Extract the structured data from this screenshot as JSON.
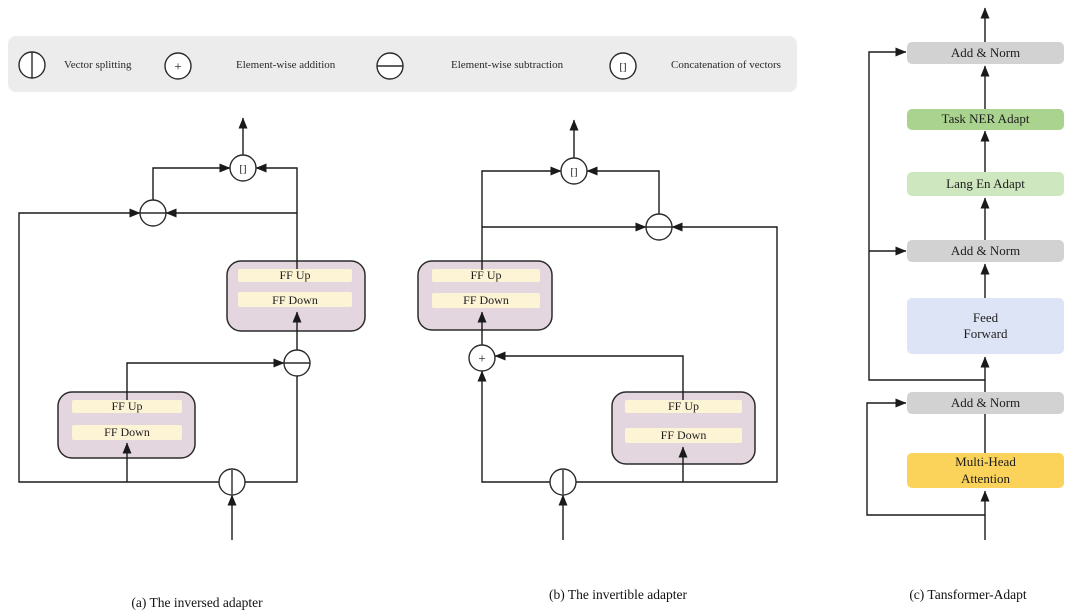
{
  "legend": {
    "items": [
      {
        "glyph": "|",
        "icon": "vector-splitting-icon",
        "label": "Vector splitting"
      },
      {
        "glyph": "+",
        "icon": "addition-icon",
        "label": "Element-wise addition"
      },
      {
        "glyph": "−",
        "icon": "subtraction-icon",
        "label": "Element-wise subtraction"
      },
      {
        "glyph": "[]",
        "icon": "concatenation-icon",
        "label": "Concatenation of vectors"
      }
    ]
  },
  "diagram_a": {
    "caption": "(a) The inversed adapter",
    "concat_glyph": "[]",
    "adapter_upper": {
      "ff_up": "FF Up",
      "ff_down": "FF Down"
    },
    "adapter_lower": {
      "ff_up": "FF Up",
      "ff_down": "FF Down"
    }
  },
  "diagram_b": {
    "caption": "(b) The invertible adapter",
    "concat_glyph": "[]",
    "plus_glyph": "+",
    "adapter_upper": {
      "ff_up": "FF Up",
      "ff_down": "FF Down"
    },
    "adapter_lower": {
      "ff_up": "FF Up",
      "ff_down": "FF Down"
    }
  },
  "diagram_c": {
    "caption": "(c)  Tansformer-Adapt",
    "blocks": [
      {
        "label": "Add & Norm",
        "color": "#d2d2d2"
      },
      {
        "label": "Task NER Adapt",
        "color": "#a9d38e"
      },
      {
        "label": "Lang En Adapt",
        "color": "#cfe7bf"
      },
      {
        "label": "Add & Norm",
        "color": "#d2d2d2"
      },
      {
        "label": "Feed\nForward",
        "color": "#dde4f6"
      },
      {
        "label": "Add & Norm",
        "color": "#d2d2d2"
      },
      {
        "label": "Multi-Head\nAttention",
        "color": "#fbd35b"
      }
    ]
  },
  "colors": {
    "legend_bar": "#ececec",
    "wire": "#1a1a1a",
    "adapter_fill": "#e4d6de",
    "adapter_inner_fill": "#fdf3d5",
    "gray_block": "#d2d2d2",
    "green_dark": "#a9d38e",
    "green_light": "#cfe7bf",
    "blue_block": "#dde4f6",
    "yellow_block": "#fbd35b"
  }
}
